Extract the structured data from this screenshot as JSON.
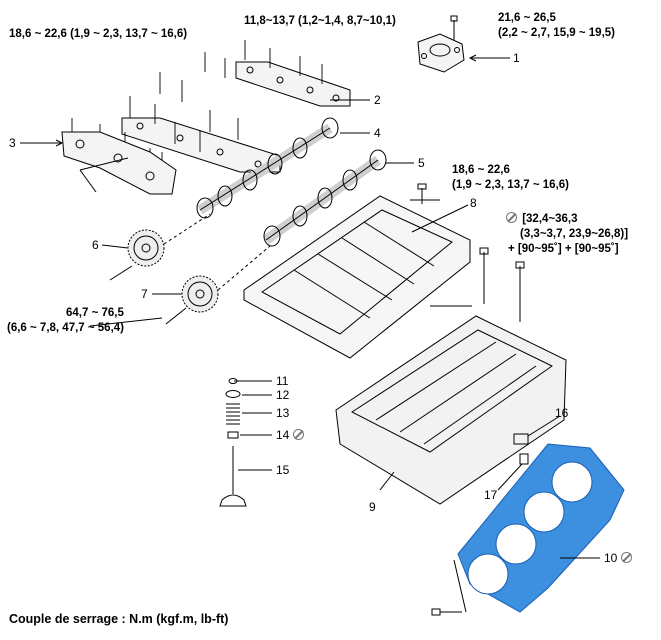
{
  "torques": {
    "t_top_left": "18,6 ~ 22,6 (1,9 ~ 2,3, 13,7 ~ 16,6)",
    "t_top_mid": "11,8~13,7 (1,2~1,4, 8,7~10,1)",
    "t_top_right_1": "21,6 ~ 26,5",
    "t_top_right_2": "(2,2 ~ 2,7, 15,9 ~ 19,5)",
    "t_bearing_1": "18,6 ~ 22,6",
    "t_bearing_2": "(1,9 ~ 2,3, 13,7 ~ 16,6)",
    "t_head_1": "[32,4~36,3",
    "t_head_2": "(3,3~3,7, 23,9~26,8)]",
    "t_head_3": "+ [90~95˚] + [90~95˚]",
    "t_sprocket_1": "64,7 ~ 76,5",
    "t_sprocket_2": "(6,6 ~ 7,8, 47,7 ~ 56,4)"
  },
  "parts": [
    "1",
    "2",
    "3",
    "4",
    "5",
    "6",
    "7",
    "8",
    "9",
    "10",
    "11",
    "12",
    "13",
    "14",
    "15",
    "16",
    "17"
  ],
  "footer": "Couple de serrage : N.m (kgf.m, lb-ft)",
  "colors": {
    "gasket": "#3d8fe0",
    "gasket_dark": "#1a5fb4",
    "line": "#000000",
    "prohib": "#777777"
  }
}
